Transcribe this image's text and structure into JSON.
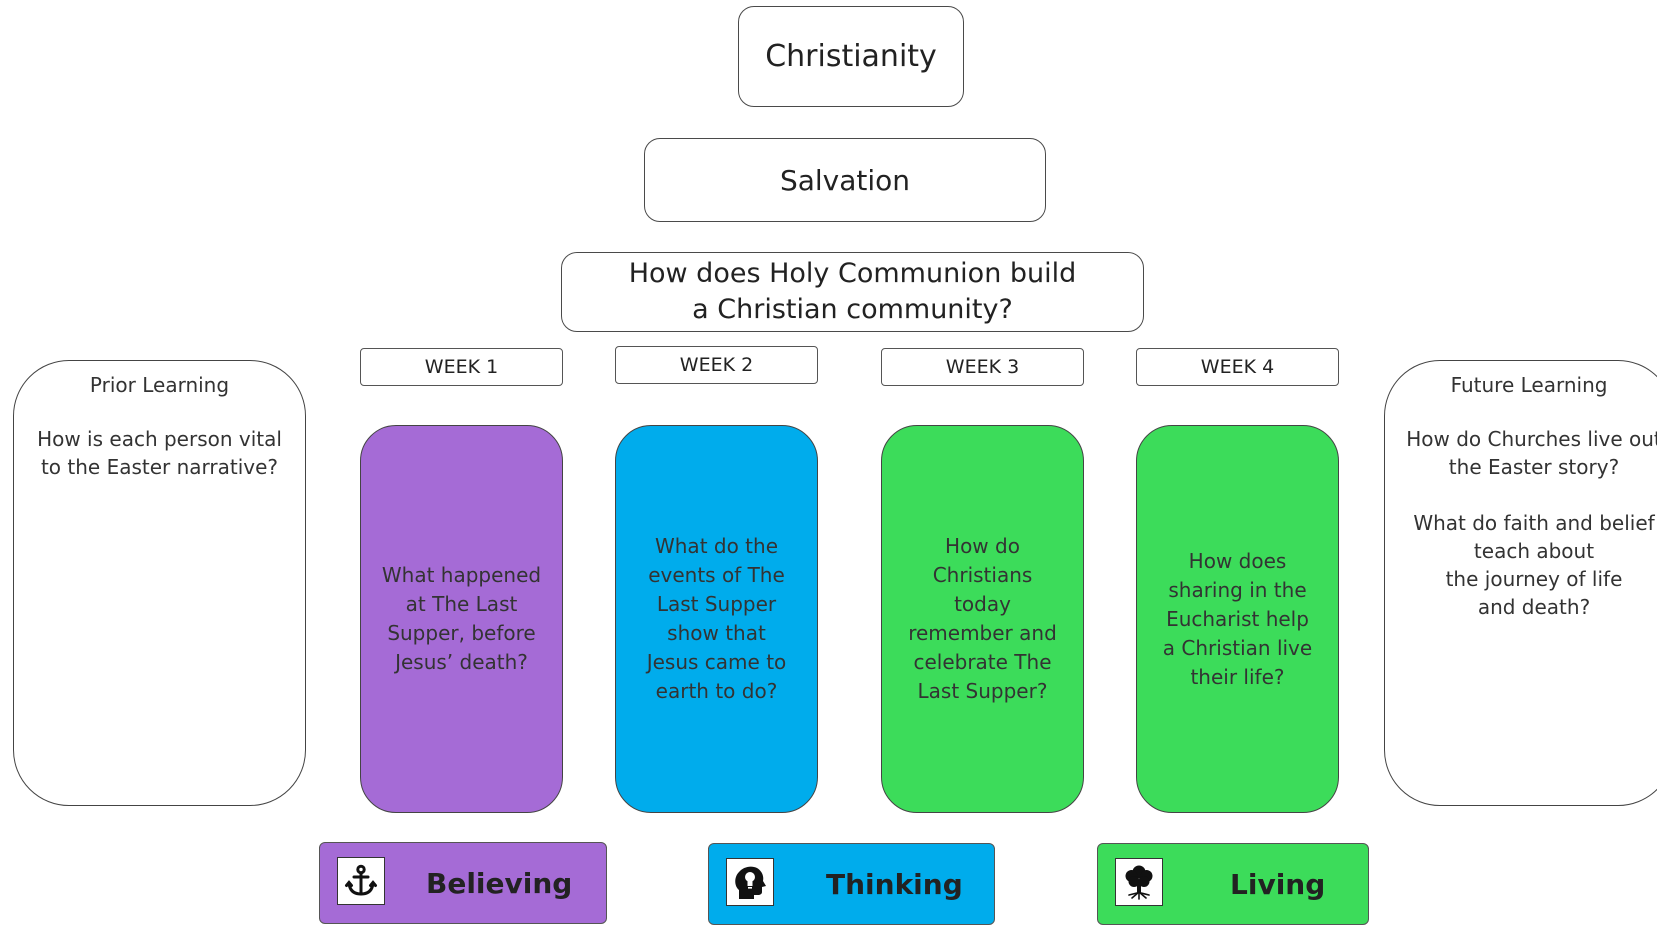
{
  "title": "Christianity",
  "topic": "Salvation",
  "big_question": {
    "line1": "How does Holy Communion build",
    "line2": "a Christian community?"
  },
  "prior_learning": {
    "title": "Prior Learning",
    "text": "How is each person vital\nto the Easter narrative?"
  },
  "future_learning": {
    "title": "Future  Learning",
    "text1": "How do Churches live out\nthe Easter story?",
    "text2": "What do faith and belief\nteach about\nthe journey of life\nand death?"
  },
  "weeks": [
    {
      "label": "WEEK 1",
      "question": "What happened at The Last Supper, before Jesus’ death?",
      "color": "#a56bd6"
    },
    {
      "label": "WEEK 2",
      "question": "What do the events of The Last Supper show that Jesus came to earth to do?",
      "color": "#00acec"
    },
    {
      "label": "WEEK 3",
      "question": "How do Christians today remember and celebrate The Last Supper?",
      "color": "#3cdc5a"
    },
    {
      "label": "WEEK 4",
      "question": "How does sharing in the Eucharist help a Christian live their life?",
      "color": "#3cdc5a"
    }
  ],
  "strands": [
    {
      "label": "Believing",
      "icon": "anchor-icon",
      "color": "#a56bd6"
    },
    {
      "label": "Thinking",
      "icon": "head-lightbulb-icon",
      "color": "#00acec"
    },
    {
      "label": "Living",
      "icon": "tree-icon",
      "color": "#3cdc5a"
    }
  ]
}
